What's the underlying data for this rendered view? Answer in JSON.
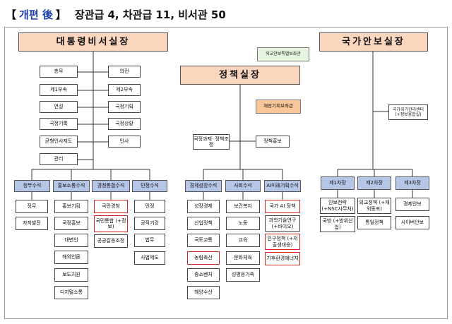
{
  "header": {
    "bracket_open": "【",
    "title_blue": "개편 後",
    "bracket_close": "】",
    "summary": "장관급 4, 차관급 11, 비서관 50"
  },
  "orgs": {
    "left_top": "대통령비서실장",
    "center_top": "정책실장",
    "right_top": "국가안보실장",
    "green_box": "외교안보특별보좌관",
    "orange_box": "재정기획보좌관",
    "crisis_center": "국가위기관리센터 (+정보융합실)"
  },
  "left_staff": {
    "col1": [
      "총무",
      "제1부속",
      "연설",
      "국정기록",
      "균형인사제도",
      "관리"
    ],
    "col2": [
      "의전",
      "제2부속",
      "국정기획",
      "국정상황",
      "인사"
    ]
  },
  "policy_staff": [
    "국정과제· 정책조정",
    "정책홍보"
  ],
  "secretaries": {
    "left": [
      "정무수석",
      "홍보소통수석",
      "경청통합수석",
      "민정수석"
    ],
    "center": [
      "경제성장수석",
      "사회수석",
      "AI미래기획수석"
    ],
    "right": [
      "제1차장",
      "제2차장",
      "제3차장"
    ]
  },
  "units": {
    "jeongmu": [
      "정무",
      "자치발전"
    ],
    "hongbo": [
      "홍보기획",
      "국정홍보",
      "대변인",
      "해외언론",
      "보도지원",
      "디지털소통"
    ],
    "gyeongcheong": [
      "국민경청",
      "국민통합 (+정보)",
      "공공갈등조정"
    ],
    "minjeong": [
      "민정",
      "공직기강",
      "법무",
      "사법제도"
    ],
    "economy": [
      "성장경제",
      "산업정책",
      "국토교통",
      "농림축산",
      "중소벤처",
      "해양수산"
    ],
    "social": [
      "보건복지",
      "노동",
      "교육",
      "문화체육",
      "성평등가족"
    ],
    "ai": [
      "국가 AI 정책",
      "과학기술연구 (+바이오)",
      "인구정책 (+저출생대응)",
      "기후환경에너지"
    ],
    "first_deputy": [
      "안보전략 (+NSC사무처)",
      "국방 (+방위산업)"
    ],
    "second_deputy": [
      "외교정책 (+재외동포)",
      "통일정책"
    ],
    "third_deputy": [
      "경제안보",
      "사이버안보"
    ]
  }
}
